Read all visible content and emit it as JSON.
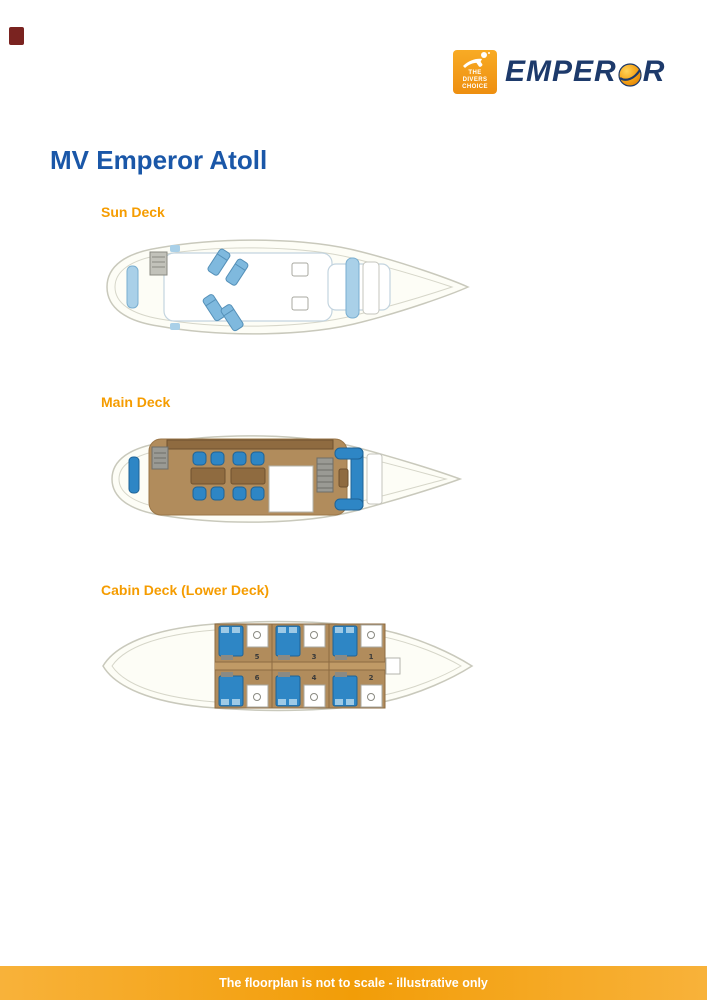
{
  "brand": {
    "wordmark_prefix": "EMPER",
    "wordmark_suffix": "R",
    "badge": [
      "THE",
      "DIVERS",
      "CHOICE"
    ]
  },
  "page": {
    "title": "MV Emperor Atoll",
    "footer_note": "The floorplan is not to scale - illustrative only"
  },
  "decks": [
    {
      "label": "Sun Deck"
    },
    {
      "label": "Main Deck"
    },
    {
      "label": "Cabin Deck (Lower Deck)",
      "cabin_numbers": {
        "top": [
          "5",
          "3",
          "1"
        ],
        "bottom": [
          "6",
          "4",
          "2"
        ]
      }
    }
  ],
  "colors": {
    "accent_orange": "#F59C00",
    "title_blue": "#1A57A8",
    "navy_logo": "#1D3A6B",
    "hull_outline": "#C9C9BC",
    "hull_fill": "#FDFDF6",
    "floor_tan": "#B18C5C",
    "table_brown": "#8F6B40",
    "seat_blue": "#2E86C5",
    "lounger_blue": "#7FB9DE",
    "bench_light_blue": "#A9D0E8",
    "footer_orange": "#F29D08"
  }
}
